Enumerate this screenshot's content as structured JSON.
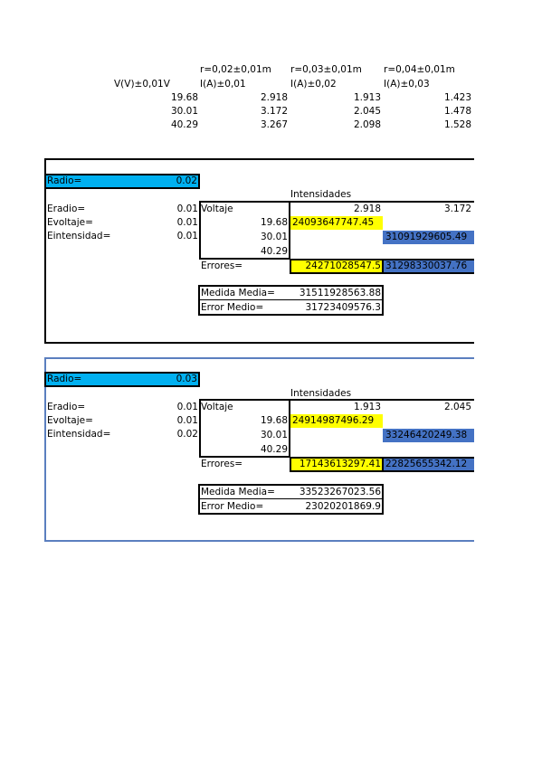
{
  "header": {
    "col_voltage": "V(V)±0,01V",
    "col_r1_top": "r=0,02±0,01m",
    "col_r1_sub": "I(A)±0,01",
    "col_r2_top": "r=0,03±0,01m",
    "col_r2_sub": "I(A)±0,02",
    "col_r3_top": "r=0,04±0,01m",
    "col_r3_sub": "I(A)±0,03",
    "rows": [
      [
        "19.68",
        "2.918",
        "1.913",
        "1.423"
      ],
      [
        "30.01",
        "3.172",
        "2.045",
        "1.478"
      ],
      [
        "40.29",
        "3.267",
        "2.098",
        "1.528"
      ]
    ]
  },
  "blocks": [
    {
      "radio_label": "Radio=",
      "radio_value": "0.02",
      "intensidades_label": "Intensidades",
      "int_1": "2.918",
      "int_2": "3.172",
      "eradio_label": "Eradio=",
      "eradio_value": "0.01",
      "evoltaje_label": "Evoltaje=",
      "evoltaje_value": "0.01",
      "eint_label": "Eintensidad=",
      "eint_value": "0.01",
      "voltaje_label": "Voltaje",
      "v1": "19.68",
      "v2": "30.01",
      "v3": "40.29",
      "cell_y": "24093647747.45",
      "cell_b": "31091929605.49",
      "errores_label": "Errores=",
      "err_y": "24271028547.5",
      "err_b": "31298330037.76",
      "media_label": "Medida Media=",
      "media_value": "31511928563.88",
      "error_medio_label": "Error Medio=",
      "error_medio_value": "31723409576.3"
    },
    {
      "radio_label": "Radio=",
      "radio_value": "0.03",
      "intensidades_label": "Intensidades",
      "int_1": "1.913",
      "int_2": "2.045",
      "eradio_label": "Eradio=",
      "eradio_value": "0.01",
      "evoltaje_label": "Evoltaje=",
      "evoltaje_value": "0.01",
      "eint_label": "Eintensidad=",
      "eint_value": "0.02",
      "voltaje_label": "Voltaje",
      "v1": "19.68",
      "v2": "30.01",
      "v3": "40.29",
      "cell_y": "24914987496.29",
      "cell_b": "33246420249.38",
      "errores_label": "Errores=",
      "err_y": "17143613297.41",
      "err_b": "22825655342.12",
      "media_label": "Medida Media=",
      "media_value": "33523267023.56",
      "error_medio_label": "Error Medio=",
      "error_medio_value": "23020201869.9"
    }
  ],
  "colors": {
    "radio_bar": "#00b0f0",
    "highlight_yellow": "#ffff00",
    "highlight_blue": "#4472c4",
    "frame_blue": "#5b7fbf"
  }
}
